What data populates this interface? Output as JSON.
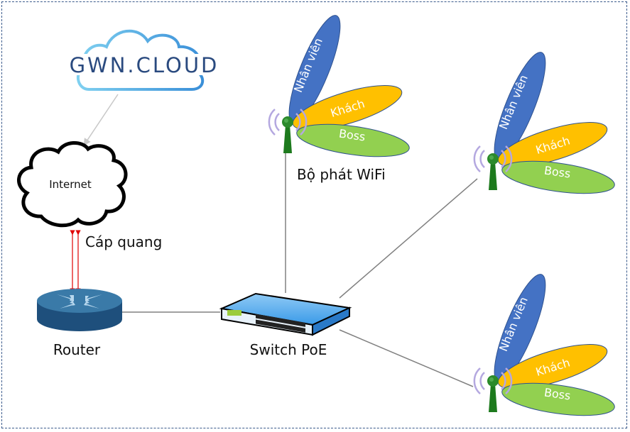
{
  "diagram": {
    "cloud_service": {
      "label": "GWN.CLOUD",
      "text_color": "#2a4a7f",
      "outline_color": "#4aa8e0"
    },
    "internet": {
      "label": "Internet"
    },
    "fiber_link": {
      "label": "Cáp quang",
      "color": "#e00000"
    },
    "router": {
      "label": "Router",
      "color": "#2a5d8c"
    },
    "switch": {
      "label": "Switch PoE"
    },
    "access_point_label": "Bộ phát WiFi",
    "access_points": [
      {
        "id": "ap-1",
        "ssids": [
          "Nhân viên",
          "Khách",
          "Boss"
        ]
      },
      {
        "id": "ap-2",
        "ssids": [
          "Nhân viên",
          "Khách",
          "Boss"
        ]
      },
      {
        "id": "ap-3",
        "ssids": [
          "Nhân viên",
          "Khách",
          "Boss"
        ]
      }
    ],
    "ssid_colors": {
      "staff": "#4472c4",
      "guest": "#ffc000",
      "boss": "#92d050"
    },
    "link_color": "#808080"
  }
}
